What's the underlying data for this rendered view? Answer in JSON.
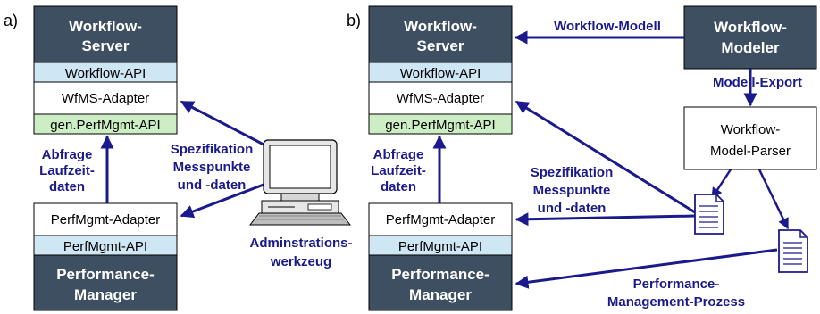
{
  "panel_a": {
    "label": "a)",
    "server": [
      "Workflow-",
      "Server"
    ],
    "workflow_api": "Workflow-API",
    "wfms_adapter": "WfMS-Adapter",
    "perf_api_gen": "gen.PerfMgmt-API",
    "perf_adapter": "PerfMgmt-Adapter",
    "perf_api": "PerfMgmt-API",
    "manager": [
      "Performance-",
      "Manager"
    ],
    "query_label": [
      "Abfrage",
      "Laufzeit-",
      "daten"
    ],
    "spec_label": [
      "Spezifikation",
      "Messpunkte",
      "und -daten"
    ],
    "admin_tool_label": [
      "Adminstrations-",
      "werkzeug"
    ]
  },
  "panel_b": {
    "label": "b)",
    "server": [
      "Workflow-",
      "Server"
    ],
    "workflow_api": "Workflow-API",
    "wfms_adapter": "WfMS-Adapter",
    "perf_api_gen": "gen.PerfMgmt-API",
    "perf_adapter": "PerfMgmt-Adapter",
    "perf_api": "PerfMgmt-API",
    "manager": [
      "Performance-",
      "Manager"
    ],
    "query_label": [
      "Abfrage",
      "Laufzeit-",
      "daten"
    ],
    "spec_label": [
      "Spezifikation",
      "Messpunkte",
      "und -daten"
    ],
    "modeler": [
      "Workflow-",
      "Modeler"
    ],
    "workflow_model_label": "Workflow-Modell",
    "model_export_label": "Modell-Export",
    "parser": [
      "Workflow-",
      "Model-Parser"
    ],
    "process_label": [
      "Performance-",
      "Management-Prozess"
    ]
  },
  "colors": {
    "dark_box": "#3d4f61",
    "api_blue": "#cfe6f5",
    "api_green": "#cdeec4",
    "arrow": "#1a1a8c"
  }
}
